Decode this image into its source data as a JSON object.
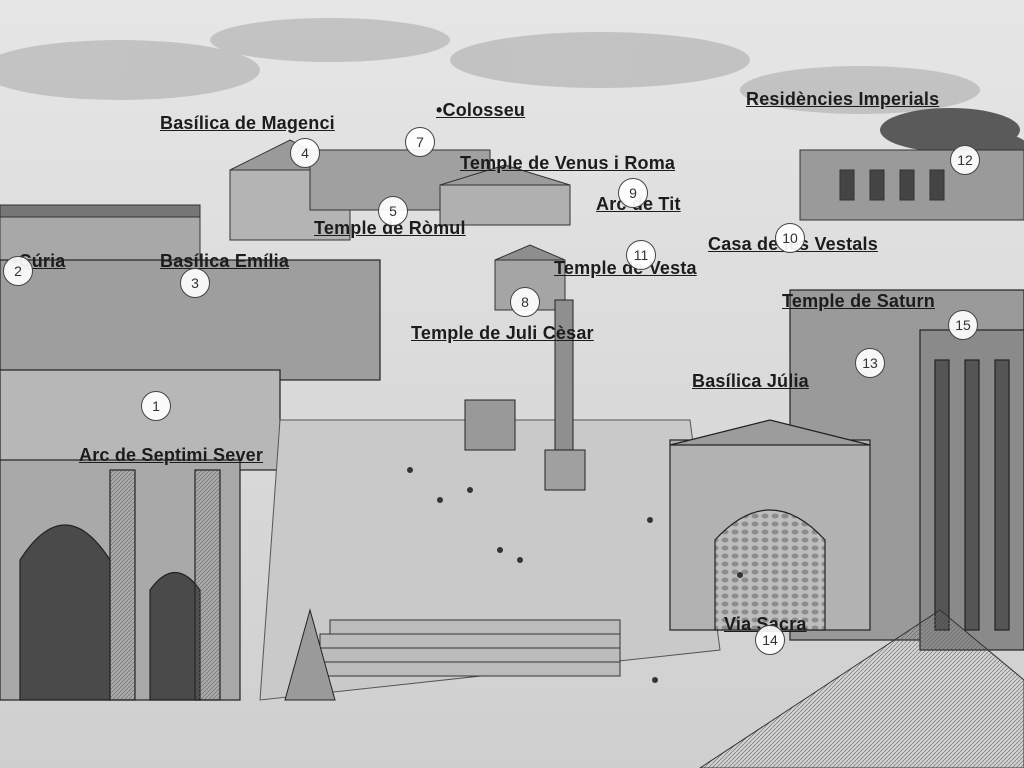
{
  "labels": {
    "colosseu": "•Colosseu",
    "residencies": "Residències Imperials",
    "basilica_magenci": "Basílica de Magenci",
    "temple_venus": "Temple de Venus i Roma",
    "arc_tit": "Arc de Tit",
    "temple_romul": "Temple de Ròmul",
    "casa_vestals": "Casa de les Vestals",
    "curia": "•Cúria",
    "basilica_emilia": "Basílica Emília",
    "temple_vesta": "Temple de Vesta",
    "temple_saturn": "Temple de Saturn",
    "temple_juli": "Temple de Juli Cèsar",
    "basilica_julia": "Basílica Júlia",
    "arc_septimi": "Arc de Septimi Sever",
    "via_sacra": "Via Sacra"
  },
  "markers": [
    "1",
    "2",
    "3",
    "4",
    "5",
    "7",
    "8",
    "9",
    "10",
    "11",
    "12",
    "13",
    "14",
    "15"
  ]
}
